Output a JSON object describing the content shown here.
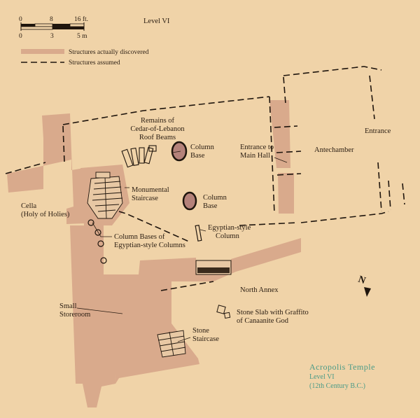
{
  "scale": {
    "ft_ticks": [
      "0",
      "8",
      "16 ft."
    ],
    "m_ticks": [
      "0",
      "3",
      "5 m"
    ]
  },
  "level_label": "Level VI",
  "legend": {
    "discovered": "Structures actually discovered",
    "assumed": "Structures assumed"
  },
  "labels": {
    "roof_beams": [
      "Remains of",
      "Cedar-of-Lebanon",
      "Roof Beams"
    ],
    "column_base_1": [
      "Column",
      "Base"
    ],
    "column_base_2": [
      "Column",
      "Base"
    ],
    "entrance_main": [
      "Entrance to",
      "Main Hall"
    ],
    "entrance": "Entrance",
    "antechamber": "Antechamber",
    "monumental_staircase": [
      "Monumental",
      "Staircase"
    ],
    "cella": [
      "Cella",
      "(Holy of Holies)"
    ],
    "egyptian_column": [
      "Egyptian-style",
      "Column"
    ],
    "column_bases_egyptian": [
      "Column Bases of",
      "Egyptian-style Columns"
    ],
    "north_annex": "North Annex",
    "small_storeroom": [
      "Small",
      "Storeroom"
    ],
    "stone_slab": [
      "Stone Slab with Graffito",
      "of Canaanite God"
    ],
    "stone_staircase": [
      "Stone",
      "Staircase"
    ]
  },
  "north_letter": "N",
  "title": {
    "line1": "Acropolis Temple",
    "line2": "Level VI",
    "line3": "(12th Century B.C.)"
  },
  "colors": {
    "background": "#f0d3a8",
    "structure": "#d9aa8c",
    "ink": "#1f150d",
    "title": "#4a9b87"
  }
}
